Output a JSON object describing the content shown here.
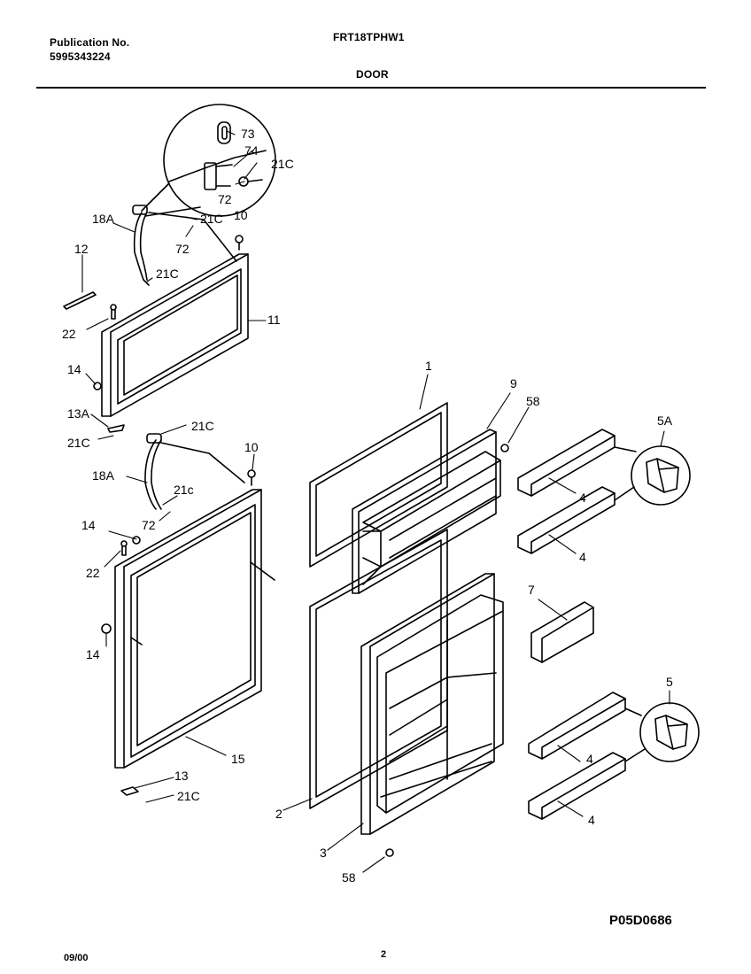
{
  "header": {
    "publication_label": "Publication No.",
    "publication_number": "5995343224",
    "model": "FRT18TPHW1",
    "section": "DOOR"
  },
  "callouts": {
    "c73": "73",
    "c74": "74",
    "c21C_a": "21C",
    "c72_a": "72",
    "c18A_top": "18A",
    "c21C_b": "21C",
    "c10_top": "10",
    "c72_b": "72",
    "c12": "12",
    "c21C_c": "21C",
    "c11": "11",
    "c22_top": "22",
    "c14_top": "14",
    "c13A": "13A",
    "c21C_d": "21C",
    "c21C_e": "21C",
    "c18A_bot": "18A",
    "c10_bot": "10",
    "c21c_f": "21c",
    "c72_c": "72",
    "c14_mid": "14",
    "c22_bot": "22",
    "c14_low": "14",
    "c15": "15",
    "c13": "13",
    "c21C_g": "21C",
    "c1": "1",
    "c9": "9",
    "c58_top": "58",
    "c5A": "5A",
    "c4_a": "4",
    "c4_b": "4",
    "c7": "7",
    "c5": "5",
    "c4_c": "4",
    "c4_d": "4",
    "c2": "2",
    "c3": "3",
    "c58_bot": "58"
  },
  "footer": {
    "date": "09/00",
    "page": "2",
    "diagram_code": "P05D0686"
  }
}
